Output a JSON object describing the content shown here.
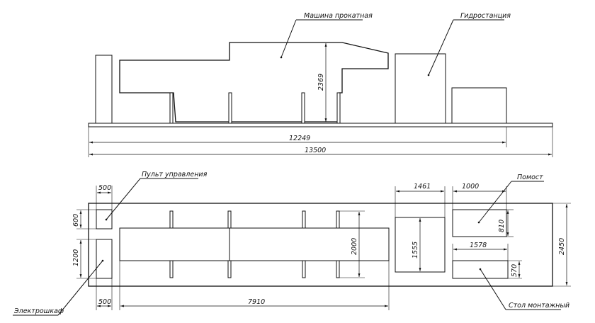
{
  "labels": {
    "machine": "Машина прокатная",
    "hydro": "Гидростанция",
    "console": "Пульт управления",
    "cabinet": "Электрошкаф",
    "platform": "Помост",
    "table": "Стол монтажный"
  },
  "dimensions": {
    "height_2369": "2369",
    "len_12249": "12249",
    "len_13500": "13500",
    "w_500_top": "500",
    "w_500_bottom": "500",
    "h_600": "600",
    "h_1200": "1200",
    "w_1461": "1461",
    "w_1000": "1000",
    "h_810": "810",
    "w_1578": "1578",
    "h_570": "570",
    "h_2000": "2000",
    "h_1555": "1555",
    "h_2450": "2450",
    "len_7910": "7910"
  }
}
